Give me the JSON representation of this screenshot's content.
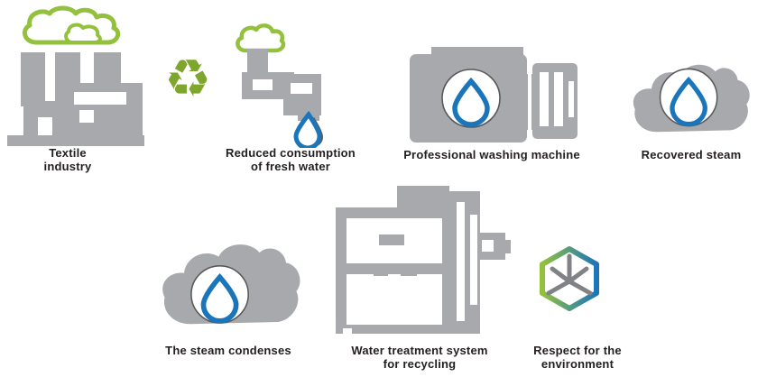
{
  "colors": {
    "icon_gray": "#a7a9ac",
    "shadow_gray": "#58595b",
    "continent_gray": "#808285",
    "cloud_green": "#94c13d",
    "recycle_green": "#7ea62c",
    "droplet_blue": "#1b75bb",
    "badge_ring": "#58595b",
    "label_text": "#231f20",
    "background": "#ffffff"
  },
  "icons": {
    "recycle_glyph": "♻"
  },
  "items": [
    {
      "id": "factory",
      "icon": "factory-with-emissions-cloud",
      "label_lines": [
        "Textile",
        "industry"
      ]
    },
    {
      "id": "recycle",
      "icon": "recycle-symbol",
      "label_lines": []
    },
    {
      "id": "tap",
      "icon": "tap-with-droplet",
      "label_lines": [
        "Reduced consumption",
        "of fresh water"
      ]
    },
    {
      "id": "washer",
      "icon": "washing-machine-droplet-badge",
      "label_lines": [
        "Professional washing machine"
      ]
    },
    {
      "id": "steam",
      "icon": "cloud-droplet-badge",
      "label_lines": [
        "Recovered steam"
      ]
    },
    {
      "id": "condense",
      "icon": "cloud-droplet-badge",
      "label_lines": [
        "The steam condenses"
      ]
    },
    {
      "id": "treatment",
      "icon": "water-treatment-machine",
      "label_lines": [
        "Water treatment system",
        "for recycling"
      ]
    },
    {
      "id": "planet",
      "icon": "eco-cube-hexagon",
      "label_lines": [
        "Respect for the",
        "environment"
      ]
    }
  ]
}
